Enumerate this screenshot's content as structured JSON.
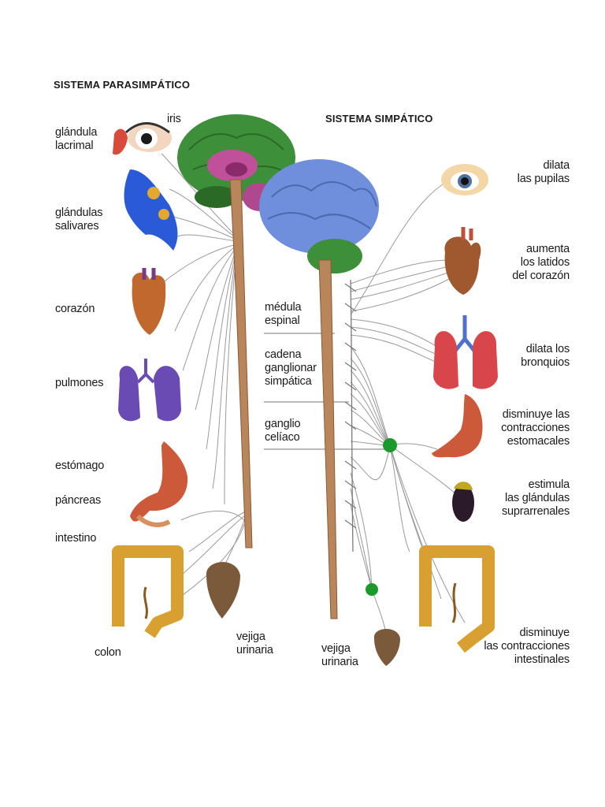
{
  "parasympathetic": {
    "title": "SISTEMA PARASIMPÁTICO",
    "labels": {
      "iris": "iris",
      "lacrimal": "glándula\nlacrimal",
      "salivary": "glándulas\nsalivares",
      "heart": "corazón",
      "lungs": "pulmones",
      "stomach": "estómago",
      "pancreas": "páncreas",
      "intestine": "intestino",
      "colon": "colon",
      "bladder": "vejiga\nurinaria"
    }
  },
  "center": {
    "spinal_cord": "médula\nespinal",
    "ganglion_chain": "cadena\nganglionar\nsimpática",
    "celiac": "ganglio\ncelíaco"
  },
  "sympathetic": {
    "title": "SISTEMA SIMPÁTICO",
    "labels": {
      "pupils": "dilata\nlas pupilas",
      "heart": "aumenta\nlos latidos\ndel corazón",
      "bronchi": "dilata los\nbronquios",
      "stomach": "disminuye las\ncontracciones\nestomacales",
      "adrenal": "estimula\nlas glándulas\nsuprarrenales",
      "bladder": "vejiga\nurinaria",
      "intestines": "disminuye\nlas contracciones\nintestinales"
    }
  },
  "colors": {
    "brain_green": "#3e8f3a",
    "brain_blue": "#6f8fdc",
    "brain_pink": "#c0509a",
    "spinal_cord": "#b9855a",
    "nerve": "#9a9a9a",
    "ganglion": "#1a9a2a",
    "heart": "#c0682e",
    "lungs": "#6a4bb4",
    "lungs_red": "#d8454a",
    "stomach": "#cc5a3a",
    "colon": "#d8a030",
    "salivary": "#3060d8",
    "bladder": "#7a5a3a"
  },
  "icons": [
    "eye-icon",
    "head-profile-icon",
    "heart-icon",
    "lungs-icon",
    "stomach-icon",
    "colon-icon",
    "bladder-icon",
    "adrenal-gland-icon",
    "brain-icon"
  ]
}
